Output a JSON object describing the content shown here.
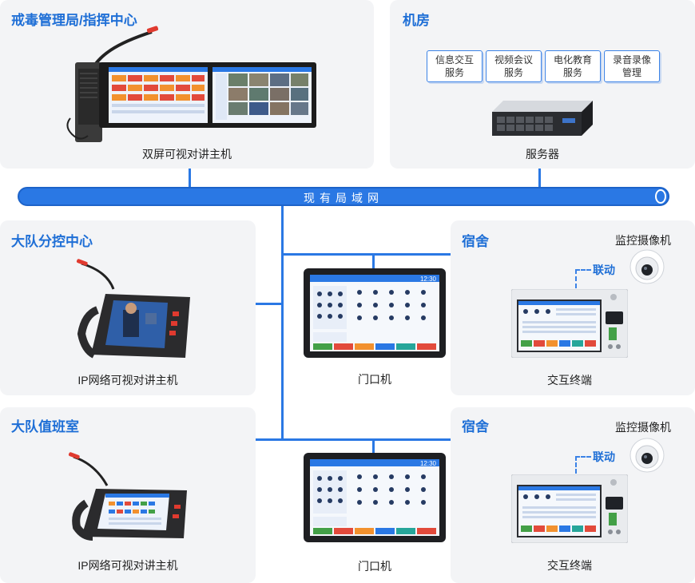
{
  "panels": {
    "top_left": {
      "title": "戒毒管理局/指挥中心",
      "caption": "双屏可视对讲主机"
    },
    "top_right": {
      "title": "机房",
      "services": [
        {
          "line1": "信息交互",
          "line2": "服务"
        },
        {
          "line1": "视频会议",
          "line2": "服务"
        },
        {
          "line1": "电化教育",
          "line2": "服务"
        },
        {
          "line1": "录音录像",
          "line2": "管理"
        }
      ],
      "caption": "服务器"
    },
    "mid_left": {
      "title": "大队分控中心",
      "caption": "IP网络可视对讲主机"
    },
    "bottom_left": {
      "title": "大队值班室",
      "caption": "IP网络可视对讲主机"
    },
    "mid_right": {
      "title": "宿舍",
      "camera_label": "监控摄像机",
      "link_label": "联动",
      "caption": "交互终端"
    },
    "bottom_right": {
      "title": "宿舍",
      "camera_label": "监控摄像机",
      "link_label": "联动",
      "caption": "交互终端"
    }
  },
  "network": {
    "label": "现有局域网"
  },
  "center": {
    "upper_caption": "门口机",
    "lower_caption": "门口机",
    "screen_time_upper": "12:30",
    "screen_time_lower": "12:30"
  },
  "colors": {
    "accent": "#1f6fd6",
    "line": "#2a78e4",
    "panel_bg": "#f3f4f6"
  }
}
